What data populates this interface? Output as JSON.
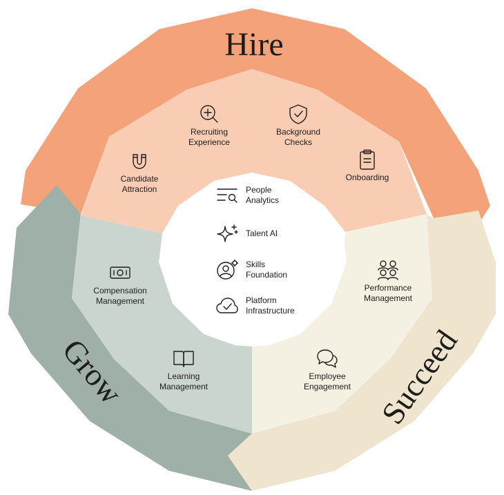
{
  "colors": {
    "hire_outer": "#f3a27a",
    "hire_inner": "#f9cdb4",
    "grow_outer": "#9fb0a8",
    "grow_inner": "#cbd5cf",
    "succeed_outer": "#efe5cf",
    "succeed_inner": "#f4f0e2",
    "center": "#ffffff",
    "text": "#1d1d1b"
  },
  "phases": {
    "hire": "Hire",
    "grow": "Grow",
    "succeed": "Succeed"
  },
  "hire_items": [
    {
      "icon": "search-plus-icon",
      "label": "Recruiting\nExperience"
    },
    {
      "icon": "shield-check-icon",
      "label": "Background\nChecks"
    },
    {
      "icon": "magnet-icon",
      "label": "Candidate\nAttraction"
    },
    {
      "icon": "clipboard-icon",
      "label": "Onboarding"
    }
  ],
  "grow_items": [
    {
      "icon": "money-bill-icon",
      "label": "Compensation\nManagement"
    },
    {
      "icon": "open-book-icon",
      "label": "Learning\nManagement"
    }
  ],
  "succeed_items": [
    {
      "icon": "people-group-icon",
      "label": "Performance\nManagement"
    },
    {
      "icon": "chat-bubbles-icon",
      "label": "Employee\nEngagement"
    }
  ],
  "core_items": [
    {
      "icon": "analytics-search-icon",
      "label": "People\nAnalytics"
    },
    {
      "icon": "sparkle-icon",
      "label": "Talent AI"
    },
    {
      "icon": "user-gear-icon",
      "label": "Skills\nFoundation"
    },
    {
      "icon": "cloud-check-icon",
      "label": "Platform\nInfrastructure"
    }
  ]
}
